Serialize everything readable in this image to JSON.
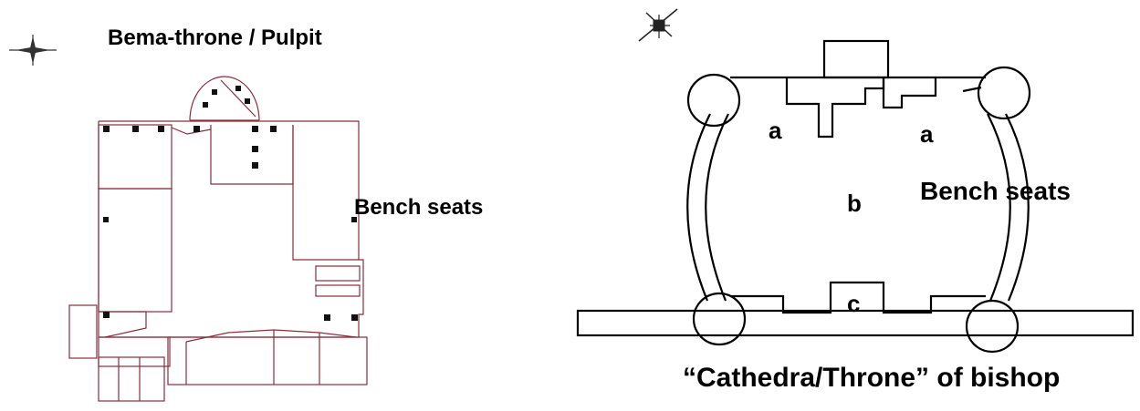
{
  "left_plan": {
    "title": "Bema-throne / Pulpit",
    "side_label": "Bench seats",
    "compass_icon": "compass-rose-icon"
  },
  "right_plan": {
    "labels": {
      "a_left": "a",
      "a_right": "a",
      "b": "b",
      "c": "c"
    },
    "side_label": "Bench seats",
    "caption": "“Cathedra/Throne” of bishop",
    "compass_icon": "compass-rose-icon"
  },
  "colors": {
    "left_lines": "#8b2d3c",
    "right_lines": "#000000",
    "markers": "#111111"
  }
}
